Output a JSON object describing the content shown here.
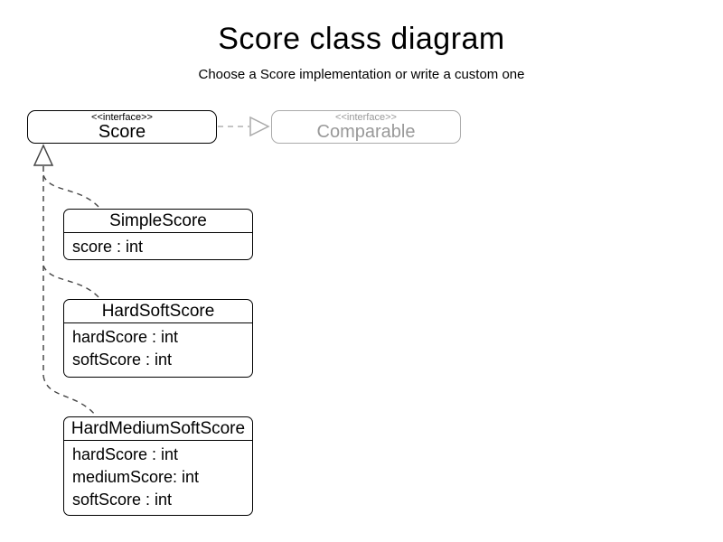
{
  "header": {
    "title": "Score class diagram",
    "subtitle": "Choose a Score implementation or write a custom one"
  },
  "diagram": {
    "score_interface": {
      "stereotype": "<<interface>>",
      "name": "Score"
    },
    "comparable_interface": {
      "stereotype": "<<interface>>",
      "name": "Comparable"
    },
    "classes": [
      {
        "name": "SimpleScore",
        "attributes": [
          "score : int"
        ]
      },
      {
        "name": "HardSoftScore",
        "attributes": [
          "hardScore : int",
          "softScore : int"
        ]
      },
      {
        "name": "HardMediumSoftScore",
        "attributes": [
          "hardScore : int",
          "mediumScore: int",
          "softScore : int"
        ]
      }
    ],
    "relationships": {
      "score_to_comparable": "realization (dashed, hollow triangle)",
      "classes_to_score": "realization (dashed, hollow triangle)"
    },
    "colors": {
      "class_border": "#000000",
      "faded_interface": "#999999",
      "faded_border": "#aaaaaa",
      "connector_dark": "#555555",
      "connector_light": "#b0b0b0",
      "background": "#ffffff"
    }
  }
}
